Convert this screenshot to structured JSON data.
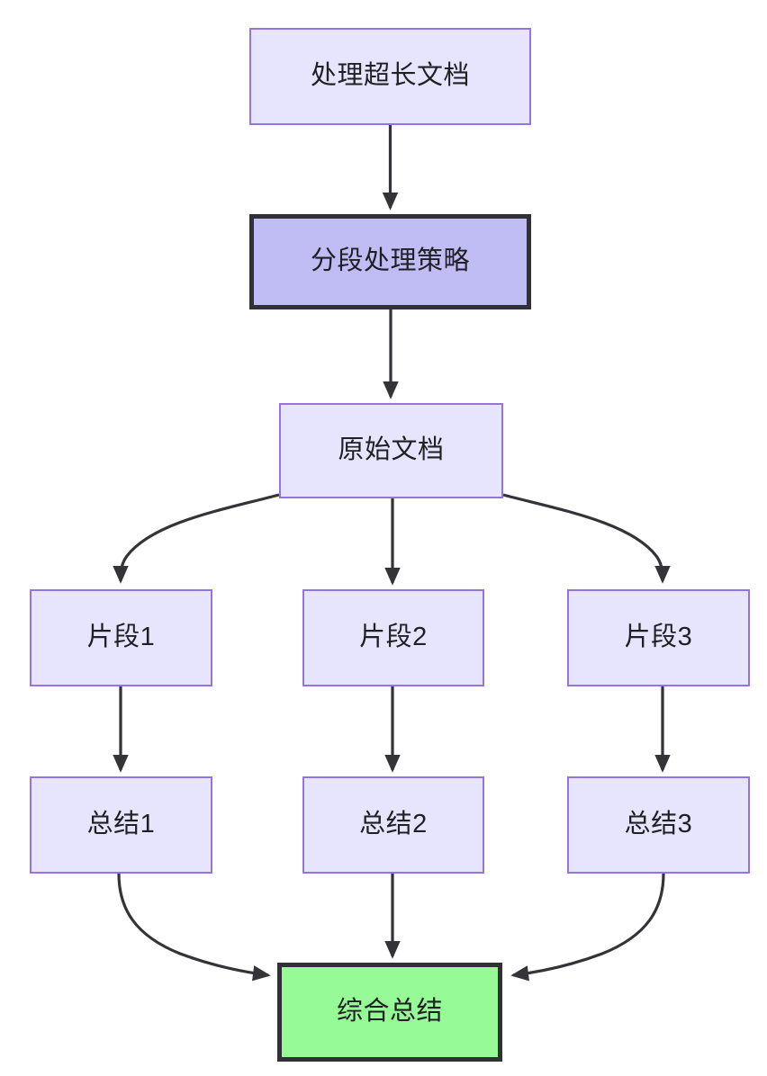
{
  "diagram": {
    "type": "flowchart",
    "direction": "top-down",
    "background": "#ffffff",
    "palette": {
      "node_fill_light": "#e7e5fd",
      "node_border_light": "#9673e0",
      "node_fill_strong": "#c0bdf5",
      "node_border_strong": "#303036",
      "node_fill_result": "#96fa96",
      "node_border_result": "#303036",
      "edge_color": "#333338",
      "text_color": "#1f1f24"
    },
    "nodes": [
      {
        "id": "long-doc",
        "label": "处理超长文档",
        "style": "light"
      },
      {
        "id": "chunk-strategy",
        "label": "分段处理策略",
        "style": "strong"
      },
      {
        "id": "source-doc",
        "label": "原始文档",
        "style": "light"
      },
      {
        "id": "fragment-1",
        "label": "片段1",
        "style": "light"
      },
      {
        "id": "fragment-2",
        "label": "片段2",
        "style": "light"
      },
      {
        "id": "fragment-3",
        "label": "片段3",
        "style": "light"
      },
      {
        "id": "summary-1",
        "label": "总结1",
        "style": "light"
      },
      {
        "id": "summary-2",
        "label": "总结2",
        "style": "light"
      },
      {
        "id": "summary-3",
        "label": "总结3",
        "style": "light"
      },
      {
        "id": "final-summary",
        "label": "综合总结",
        "style": "result"
      }
    ],
    "edges": [
      {
        "from": "long-doc",
        "to": "chunk-strategy",
        "shape": "straight"
      },
      {
        "from": "chunk-strategy",
        "to": "source-doc",
        "shape": "straight"
      },
      {
        "from": "source-doc",
        "to": "fragment-1",
        "shape": "curve"
      },
      {
        "from": "source-doc",
        "to": "fragment-2",
        "shape": "straight"
      },
      {
        "from": "source-doc",
        "to": "fragment-3",
        "shape": "curve"
      },
      {
        "from": "fragment-1",
        "to": "summary-1",
        "shape": "straight"
      },
      {
        "from": "fragment-2",
        "to": "summary-2",
        "shape": "straight"
      },
      {
        "from": "fragment-3",
        "to": "summary-3",
        "shape": "straight"
      },
      {
        "from": "summary-1",
        "to": "final-summary",
        "shape": "curve"
      },
      {
        "from": "summary-2",
        "to": "final-summary",
        "shape": "straight"
      },
      {
        "from": "summary-3",
        "to": "final-summary",
        "shape": "curve"
      }
    ]
  }
}
